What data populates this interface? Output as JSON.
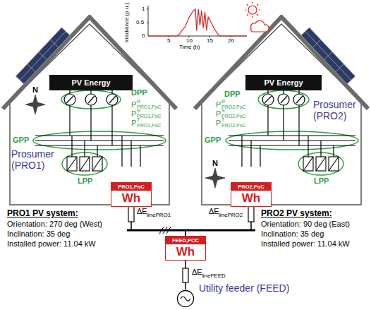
{
  "diagram": {
    "nodes": [
      {
        "text": [
          "Prosumer (PRO1)"
        ]
      },
      {
        "text": [
          "PV Energy"
        ],
        "in": 0
      },
      {
        "text": [
          "PRO1,PoC",
          "Wh"
        ],
        "in": 0
      },
      {
        "text": [
          "Prosumer (PRO2)"
        ]
      },
      {
        "text": [
          "PV Energy"
        ],
        "in": 3
      },
      {
        "text": [
          "PRO2,PoC",
          "Wh"
        ],
        "in": 3
      },
      {
        "text": [
          "FEED,PCC",
          "Wh"
        ]
      },
      {
        "text": [
          "Utility feeder (FEED)"
        ]
      }
    ],
    "edges": [
      {
        "from": 2,
        "to": 6,
        "arrow": "none"
      },
      {
        "from": 5,
        "to": 6,
        "arrow": "none"
      },
      {
        "from": 6,
        "to": 7,
        "arrow": "none"
      }
    ],
    "labels": [
      "Irradiance (p.u.)",
      "1",
      "0.5",
      "0",
      "5",
      "10",
      "15",
      "20",
      "Time (h)",
      "N",
      "DPP",
      "P",
      "R",
      "PRO1,PoC",
      "P",
      "S",
      "PRO1,PoC",
      "P",
      "T",
      "PRO1,PoC",
      "GPP",
      "LPP",
      "N",
      "DPP",
      "P",
      "R",
      "PRO2,PoC",
      "P",
      "S",
      "PRO2,PoC",
      "P",
      "T",
      "PRO2,PoC",
      "GPP",
      "LPP",
      "ΔE",
      "linePRO1",
      "ΔE",
      "linePRO2",
      "ΔE",
      "lineFEED",
      "PRO1 PV system:",
      "Orientation: 270 deg (West)",
      "Inclination: 35 deg",
      "Installed power: 11.04 kW",
      "PRO2 PV system:",
      "Orientation: 90 deg (East)",
      "Inclination: 35 deg",
      "Installed power: 11.04 kW"
    ]
  }
}
